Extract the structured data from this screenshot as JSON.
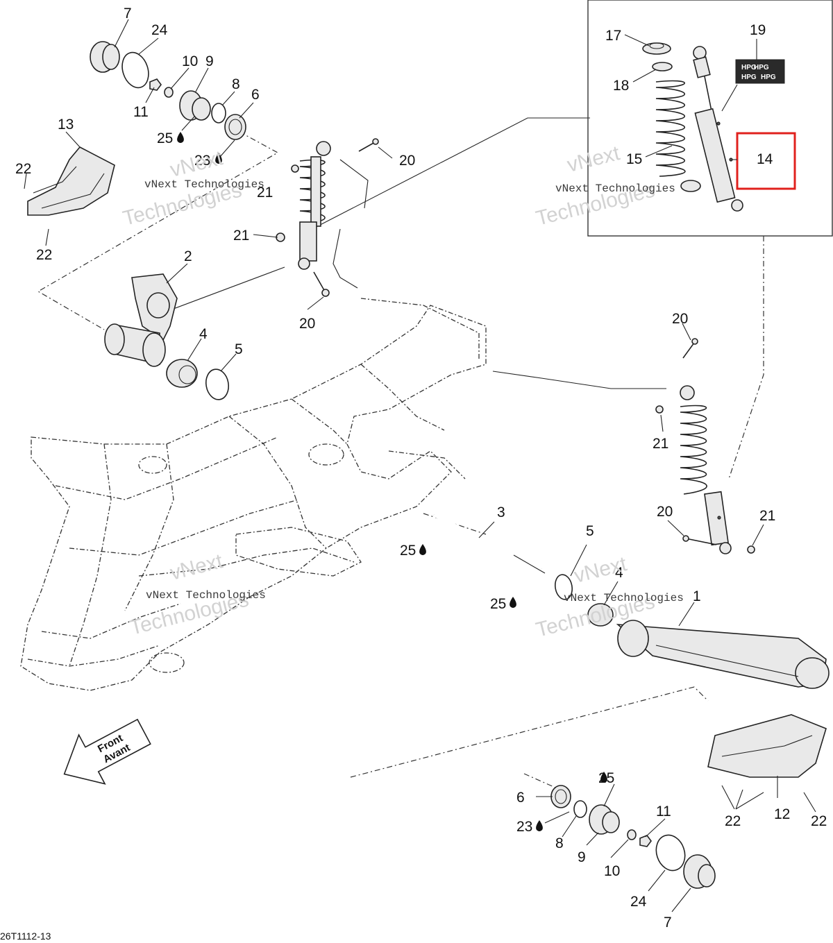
{
  "diagram_ref": "26T1112-13",
  "watermark": {
    "brand": "vNext",
    "company": "vNext Technologies",
    "word": "Technologies"
  },
  "front_arrow": {
    "line1": "Front",
    "line2": "Avant"
  },
  "callouts": {
    "c1": "1",
    "c2": "2",
    "c3": "3",
    "c4a": "4",
    "c4b": "4",
    "c5a": "5",
    "c5b": "5",
    "c6a": "6",
    "c6b": "6",
    "c7a": "7",
    "c7b": "7",
    "c8a": "8",
    "c8b": "8",
    "c9a": "9",
    "c9b": "9",
    "c10a": "10",
    "c10b": "10",
    "c11a": "11",
    "c11b": "11",
    "c12": "12",
    "c13": "13",
    "c14": "14",
    "c15": "15",
    "c17": "17",
    "c18": "18",
    "c19": "19",
    "c20a": "20",
    "c20b": "20",
    "c20c": "20",
    "c20d": "20",
    "c21a": "21",
    "c21b": "21",
    "c21c": "21",
    "c21d": "21",
    "c22a": "22",
    "c22b": "22",
    "c22c": "22",
    "c22d": "22",
    "c23a": "23",
    "c23b": "23",
    "c24a": "24",
    "c24b": "24",
    "c25a": "25",
    "c25b": "25",
    "c25c": "25",
    "c25d": "25"
  },
  "decal_text": "HPG",
  "highlight": {
    "part": "14",
    "color": "#e0211d"
  }
}
